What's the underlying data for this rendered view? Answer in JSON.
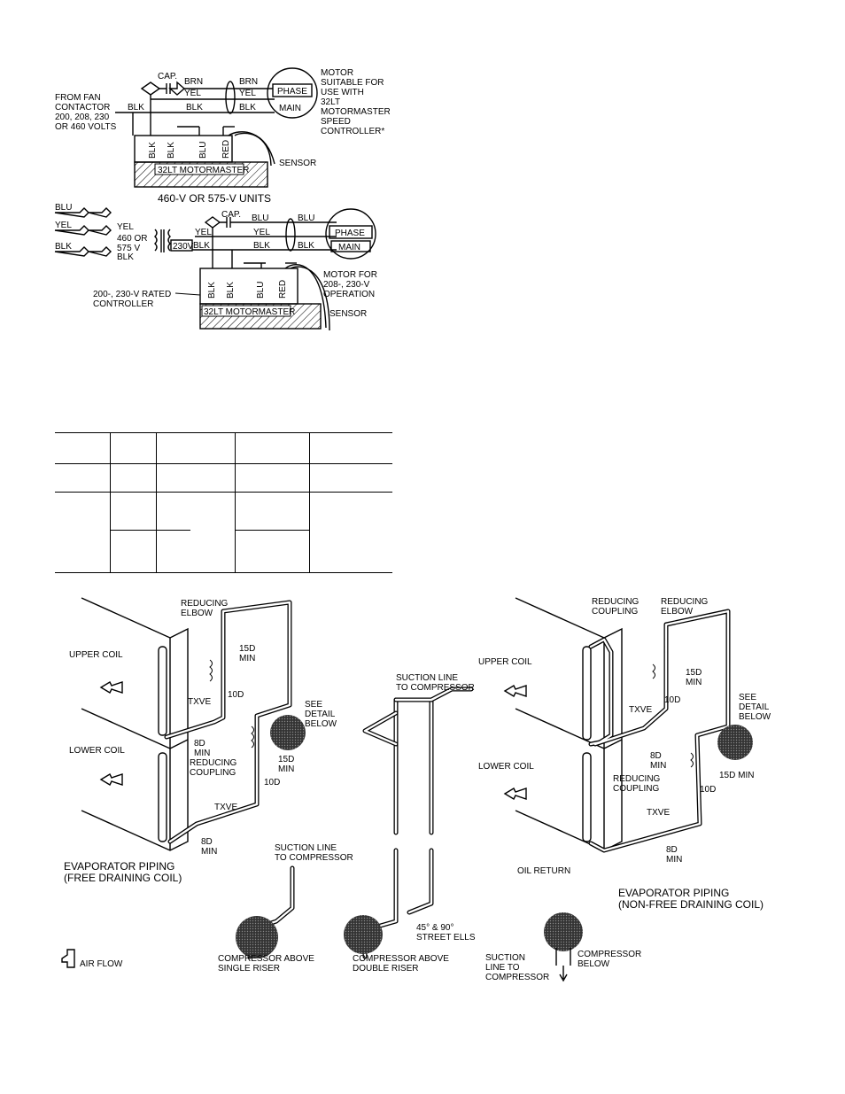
{
  "wiring_top": {
    "source_label": "FROM FAN\nCONTACTOR\n200, 208, 230\nOR 460 VOLTS",
    "cap": "CAP.",
    "wires": [
      "BRN",
      "BRN",
      "YEL",
      "YEL",
      "BLK",
      "BLK",
      "BLK"
    ],
    "motor_windings": [
      "PHASE",
      "MAIN"
    ],
    "motor_note": "MOTOR\nSUITABLE FOR\nUSE WITH\n32LT\nMOTORMASTER\nSPEED\nCONTROLLER*",
    "terminals": [
      "BLK",
      "BLK",
      "BLU",
      "RED"
    ],
    "controller": "32LT MOTORMASTER",
    "sensor": "SENSOR"
  },
  "wiring_bottom": {
    "heading": "460-V OR 575-V UNITS",
    "left_wires": [
      "BLU",
      "YEL",
      "BLK"
    ],
    "xfmr_wires": [
      "YEL",
      "BLK"
    ],
    "xfmr_primary": "460 OR\n575 V",
    "xfmr_secondary": "230V",
    "cap": "CAP.",
    "wires": [
      "BLU",
      "BLU",
      "YEL",
      "YEL",
      "BLK",
      "BLK",
      "BLK"
    ],
    "motor_windings": [
      "PHASE",
      "MAIN"
    ],
    "motor_note": "MOTOR FOR\n208-, 230-V\nOPERATION",
    "controller_note": "200-, 230-V RATED\nCONTROLLER",
    "terminals": [
      "BLK",
      "BLK",
      "BLU",
      "RED"
    ],
    "controller": "32LT MOTORMASTER",
    "sensor": "SENSOR"
  },
  "piping": {
    "left": {
      "upper_coil": "UPPER COIL",
      "lower_coil": "LOWER COIL",
      "reducing_elbow": "REDUCING\nELBOW",
      "d15_upper": "15D\nMIN",
      "d10_upper": "10D",
      "txve_upper": "TXVE",
      "see_detail": "SEE\nDETAIL\nBELOW",
      "d8_upper": "8D\nMIN",
      "reducing_coupling": "REDUCING\nCOUPLING",
      "d15_lower": "15D\nMIN",
      "d10_lower": "10D",
      "txve_lower": "TXVE",
      "d8_lower": "8D\nMIN",
      "title": "EVAPORATOR PIPING\n(FREE DRAINING COIL)"
    },
    "middle": {
      "suction_top": "SUCTION LINE\nTO COMPRESSOR",
      "suction_single": "SUCTION LINE\nTO COMPRESSOR",
      "ells": "45° & 90°\nSTREET ELLS",
      "single_caption": "COMPRESSOR ABOVE\nSINGLE RISER",
      "double_caption": "COMPRESSOR  ABOVE\nDOUBLE RISER",
      "airflow": "AIR FLOW"
    },
    "right": {
      "reducing_coupling_top": "REDUCING\nCOUPLING",
      "reducing_elbow": "REDUCING\nELBOW",
      "upper_coil": "UPPER COIL",
      "lower_coil": "LOWER COIL",
      "d15_upper": "15D\nMIN",
      "d10_upper": "10D",
      "txve_upper": "TXVE",
      "see_detail": "SEE\nDETAIL\nBELOW",
      "d8_upper": "8D\nMIN",
      "reducing_coupling": "REDUCING\nCOUPLING",
      "d15_lower": "15D MIN",
      "d10_lower": "10D",
      "txve_lower": "TXVE",
      "d8_lower": "8D\nMIN",
      "oil_return": "OIL RETURN",
      "title": "EVAPORATOR PIPING\n(NON-FREE DRAINING COIL)",
      "suction_below": "SUCTION\nLINE TO\nCOMPRESSOR",
      "compressor_below": "COMPRESSOR\nBELOW"
    }
  }
}
